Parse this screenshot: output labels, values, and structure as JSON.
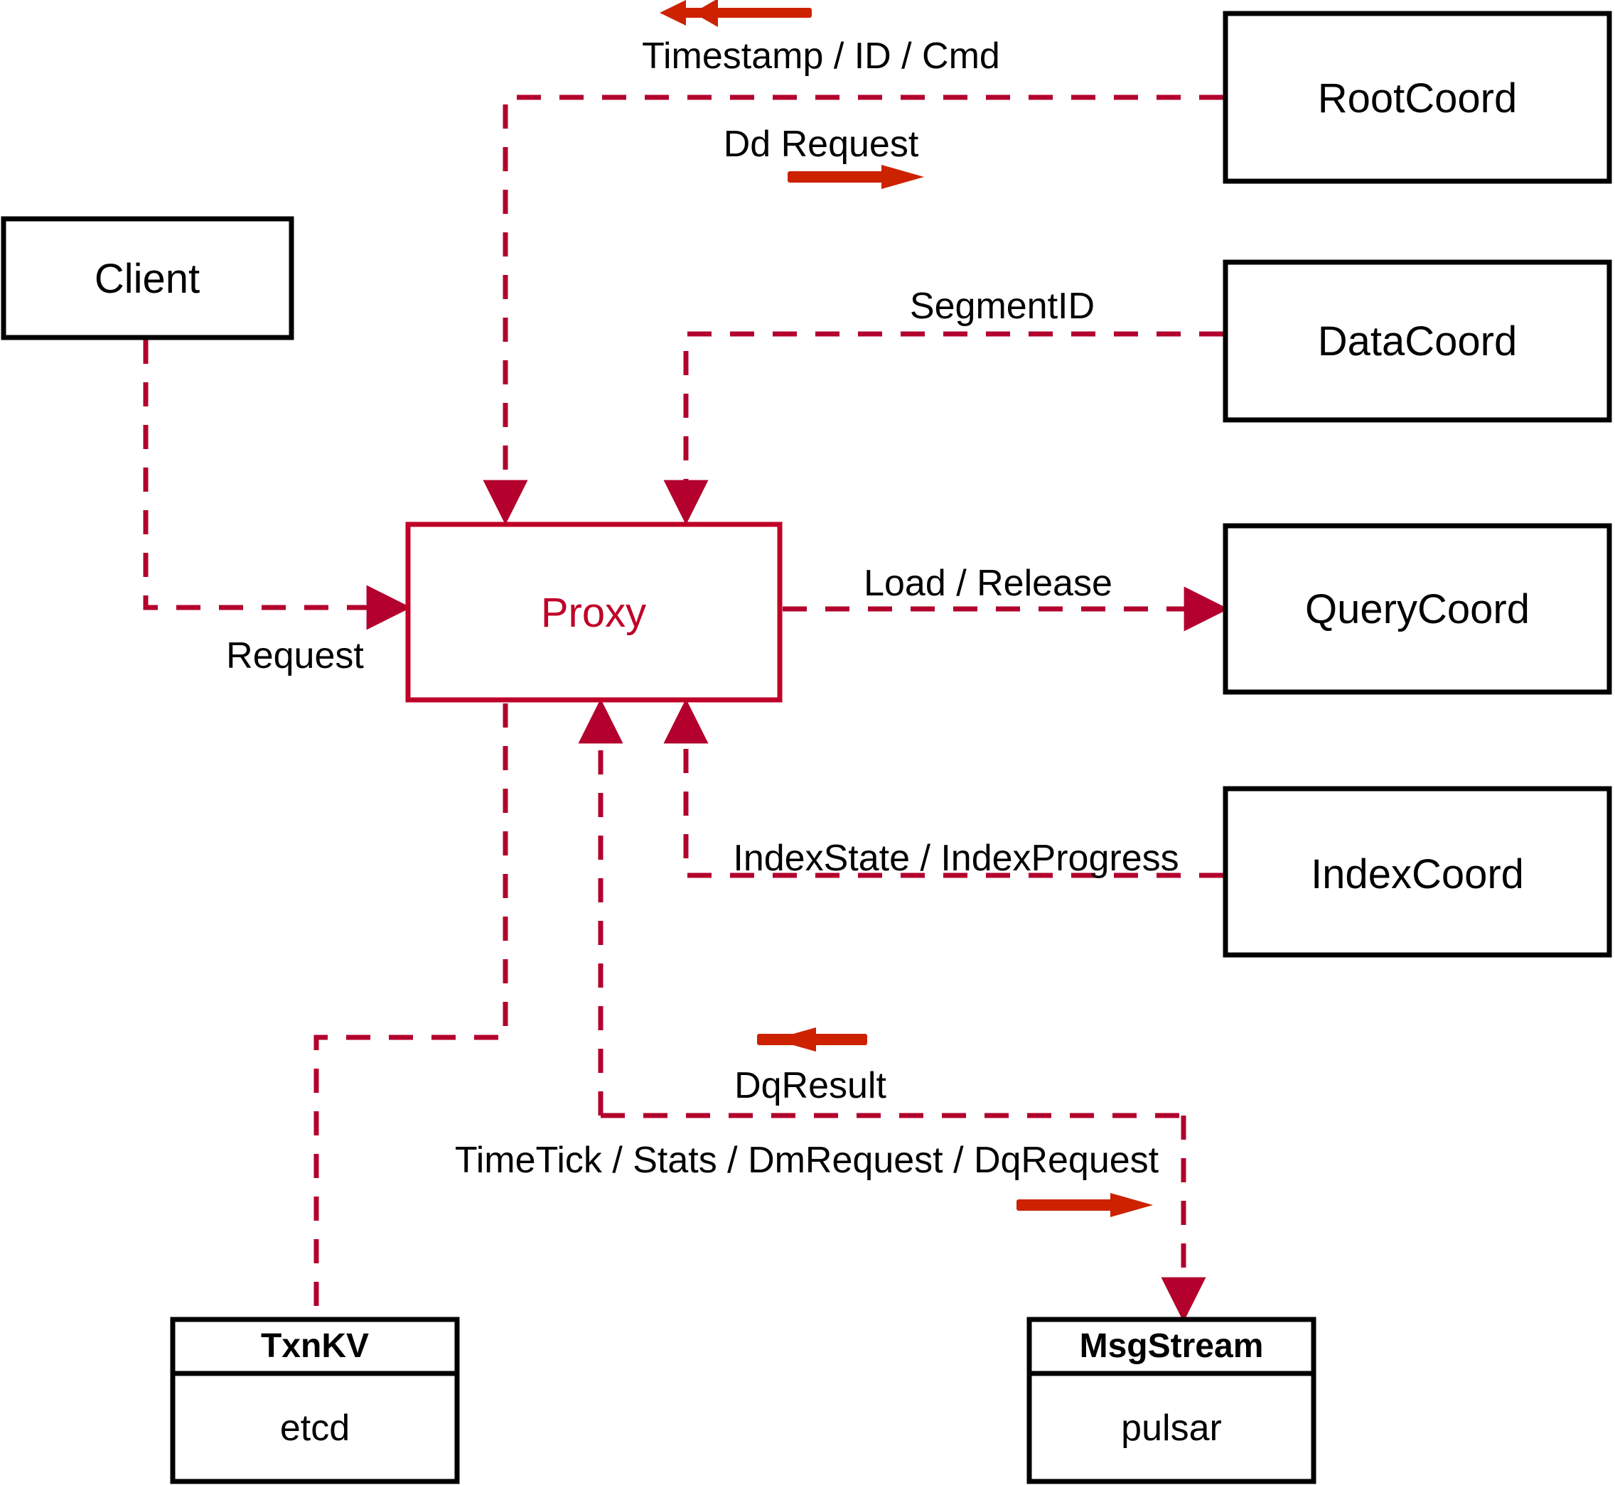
{
  "diagram": {
    "title": "Milvus Proxy interaction diagram",
    "colors": {
      "node_stroke": "#000000",
      "proxy_stroke": "#c00028",
      "flow": "#b3002d",
      "big_arrow": "#cc2200",
      "background": "#ffffff"
    },
    "nodes": [
      {
        "id": "client",
        "label": "Client",
        "sub": null,
        "style": "plain"
      },
      {
        "id": "proxy",
        "label": "Proxy",
        "sub": null,
        "style": "highlight"
      },
      {
        "id": "rootcoord",
        "label": "RootCoord",
        "sub": null,
        "style": "plain"
      },
      {
        "id": "datacoord",
        "label": "DataCoord",
        "sub": null,
        "style": "plain"
      },
      {
        "id": "querycoord",
        "label": "QueryCoord",
        "sub": null,
        "style": "plain"
      },
      {
        "id": "indexcoord",
        "label": "IndexCoord",
        "sub": null,
        "style": "plain"
      },
      {
        "id": "txnkv",
        "label": "TxnKV",
        "sub": "etcd",
        "style": "compartment"
      },
      {
        "id": "msgstream",
        "label": "MsgStream",
        "sub": "pulsar",
        "style": "compartment"
      }
    ],
    "edges": [
      {
        "id": "e-timestamp",
        "label": "Timestamp / ID / Cmd",
        "from": "rootcoord",
        "to": "proxy",
        "direction": "left"
      },
      {
        "id": "e-ddrequest",
        "label": "Dd Request",
        "from": "proxy",
        "to": "rootcoord",
        "direction": "right"
      },
      {
        "id": "e-segmentid",
        "label": "SegmentID",
        "from": "datacoord",
        "to": "proxy",
        "direction": "left"
      },
      {
        "id": "e-request",
        "label": "Request",
        "from": "client",
        "to": "proxy",
        "direction": "right"
      },
      {
        "id": "e-loadrel",
        "label": "Load / Release",
        "from": "proxy",
        "to": "querycoord",
        "direction": "right"
      },
      {
        "id": "e-indexstate",
        "label": "IndexState / IndexProgress",
        "from": "indexcoord",
        "to": "proxy",
        "direction": "left"
      },
      {
        "id": "e-dqresult",
        "label": "DqResult",
        "from": "msgstream",
        "to": "proxy",
        "direction": "left"
      },
      {
        "id": "e-timetick",
        "label": "TimeTick / Stats / DmRequest / DqRequest",
        "from": "proxy",
        "to": "msgstream",
        "direction": "right"
      },
      {
        "id": "e-txnkv",
        "label": "",
        "from": "proxy",
        "to": "txnkv",
        "direction": "down"
      }
    ]
  }
}
